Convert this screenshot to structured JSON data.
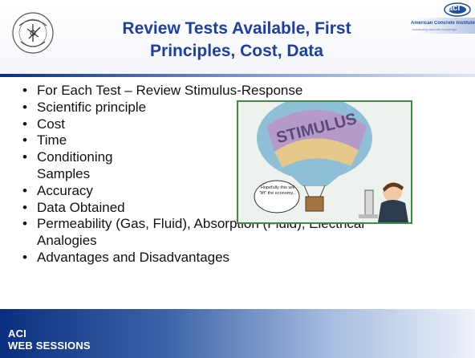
{
  "slide": {
    "title_line1": "Review Tests Available, First",
    "title_line2": "Principles, Cost, Data",
    "aci_logo_text": "aci",
    "aci_org": "American Concrete Institute",
    "aci_tagline": "Advancing concrete knowledge",
    "footer_line1": "ACI",
    "footer_line2": "WEB SESSIONS",
    "bullets": [
      "For Each Test – Review Stimulus-Response",
      "Scientific principle",
      "Cost",
      "Time",
      "Conditioning",
      "Samples",
      "Accuracy",
      "Data Obtained",
      "Permeability (Gas, Fluid), Absorption (Fluid), Electrical",
      "Analogies",
      "Advantages and Disadvantages"
    ],
    "cartoon": {
      "balloon_text": "STIMULUS",
      "speech": "Hopefully this will \"lift\" the economy..."
    }
  },
  "colors": {
    "title": "#1d3fa3",
    "accent_dark": "#0a2f80",
    "cartoon_border": "#3b8f3b"
  }
}
